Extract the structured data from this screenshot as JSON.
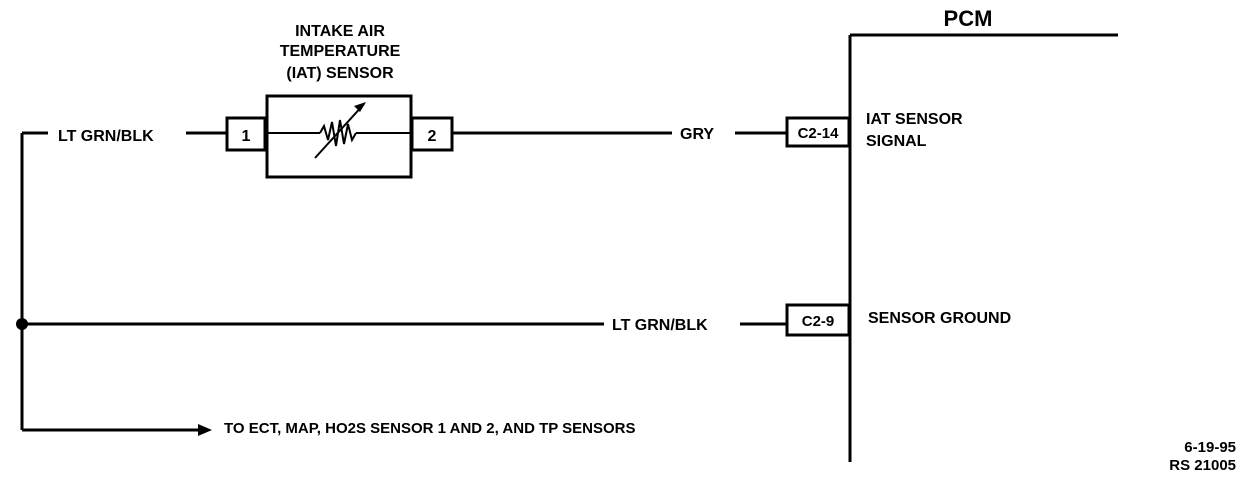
{
  "sensor": {
    "title_line1": "INTAKE AIR",
    "title_line2": "TEMPERATURE",
    "title_line3": "(IAT) SENSOR",
    "pin1": "1",
    "pin2": "2"
  },
  "pcm": {
    "title": "PCM",
    "connector_signal": "C2-14",
    "connector_ground": "C2-9",
    "signal_label_line1": "IAT SENSOR",
    "signal_label_line2": "SIGNAL",
    "ground_label": "SENSOR GROUND"
  },
  "wires": {
    "left_wire_color": "LT GRN/BLK",
    "signal_wire_color": "GRY",
    "ground_wire_color": "LT GRN/BLK"
  },
  "branch_note": "TO ECT, MAP, HO2S SENSOR 1 AND 2, AND TP SENSORS",
  "footer": {
    "date": "6-19-95",
    "ref": "RS 21005"
  }
}
